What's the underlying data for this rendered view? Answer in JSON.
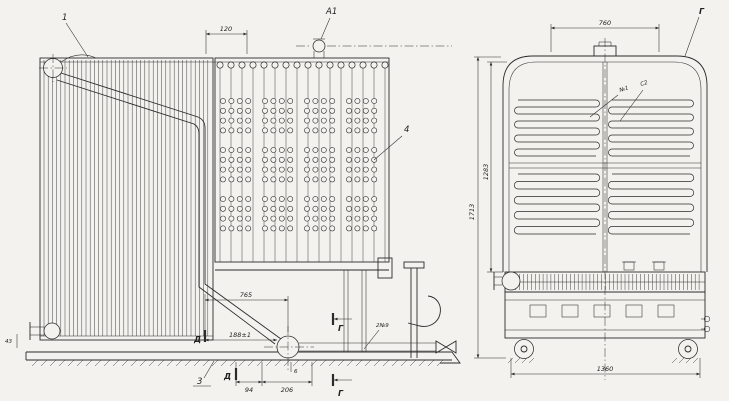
{
  "page": {
    "background": "#f3f2ee",
    "ink": "#2b2b2b"
  },
  "left_view": {
    "callouts": {
      "c1": "1",
      "c3": "3",
      "c4": "4"
    },
    "labels": {
      "a1": "А1",
      "g": "Г",
      "d": "Д",
      "pipe_mark": "2№9"
    },
    "dims": {
      "d120": "120",
      "d765": "765",
      "d188": "188±1",
      "d94": "94",
      "d206": "206",
      "d6": "6",
      "d43": "43"
    }
  },
  "right_view": {
    "labels": {
      "g": "Г",
      "n1": "№1",
      "c2": "С2"
    },
    "dims": {
      "d760": "760",
      "d1713": "1713",
      "d1283": "1283",
      "d1360": "1360"
    }
  }
}
